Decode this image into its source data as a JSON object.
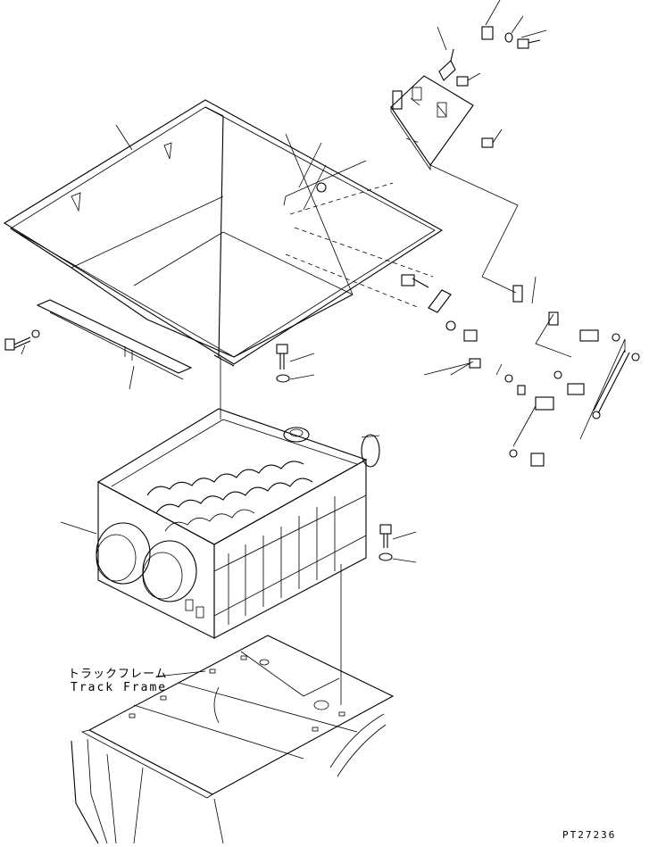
{
  "labels": {
    "track_frame_jp": "トラックフレーム",
    "track_frame_en": "Track Frame",
    "drawing_ref": "PT27236"
  }
}
